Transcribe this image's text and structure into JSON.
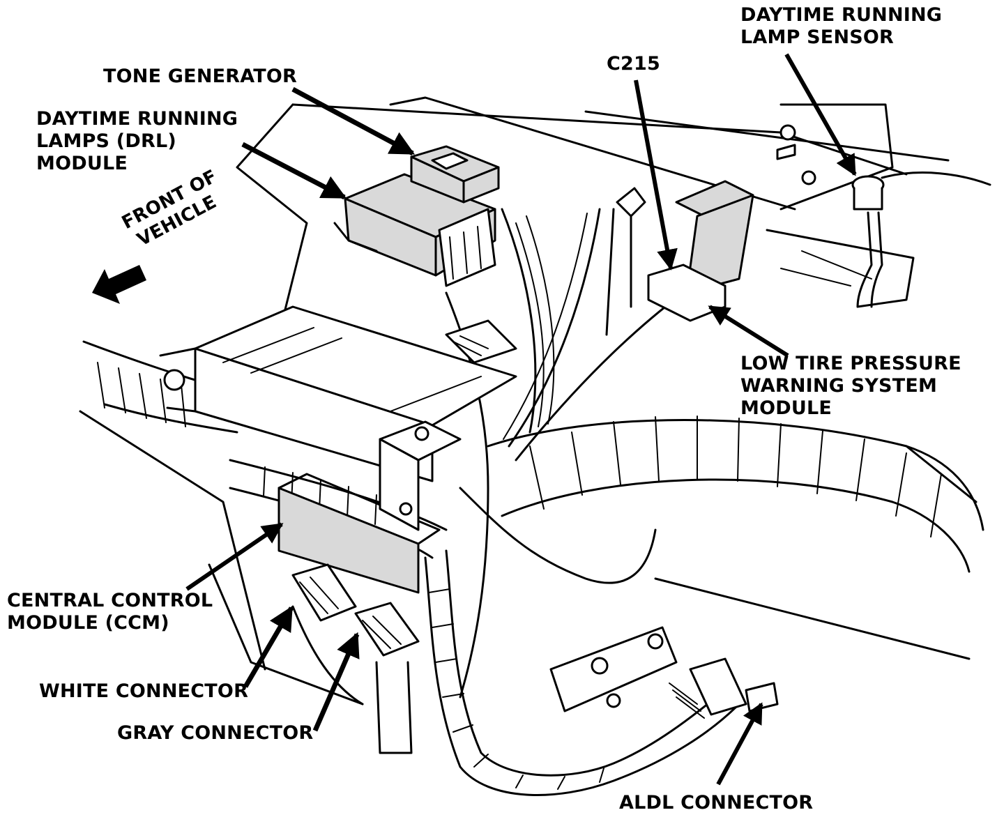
{
  "labels": {
    "drl_sensor": [
      "DAYTIME RUNNING",
      "LAMP SENSOR"
    ],
    "c215": "C215",
    "tone_generator": "TONE GENERATOR",
    "drl_module": [
      "DAYTIME RUNNING",
      "LAMPS (DRL)",
      "MODULE"
    ],
    "front_of_vehicle": [
      "FRONT OF",
      "VEHICLE"
    ],
    "low_tire": [
      "LOW TIRE PRESSURE",
      "WARNING SYSTEM",
      "MODULE"
    ],
    "ccm": [
      "CENTRAL CONTROL",
      "MODULE (CCM)"
    ],
    "white_connector": "WHITE CONNECTOR",
    "gray_connector": "GRAY CONNECTOR",
    "aldl_connector": "ALDL CONNECTOR"
  }
}
